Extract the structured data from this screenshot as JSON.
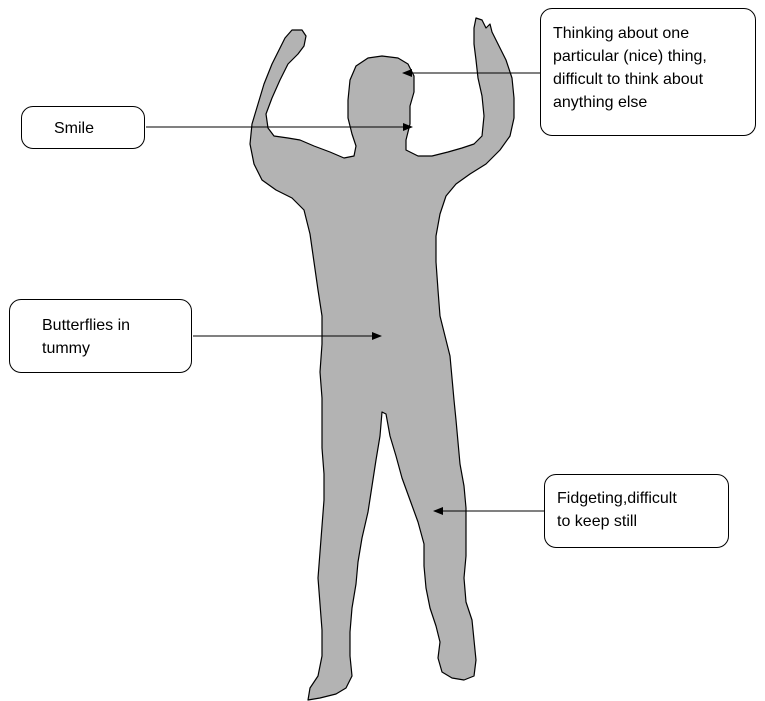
{
  "colors": {
    "silhouette_fill": "#b3b3b3",
    "outline": "#000000",
    "background": "#ffffff"
  },
  "figure": {
    "icon": "person-arms-raised-silhouette"
  },
  "labels": {
    "smile": "Smile",
    "thinking": "Thinking about one\nparticular (nice) thing,\ndifficult to think about\nanything else",
    "butterflies": "Butterflies in\ntummy",
    "fidgeting": "Fidgeting,difficult\nto keep still"
  }
}
